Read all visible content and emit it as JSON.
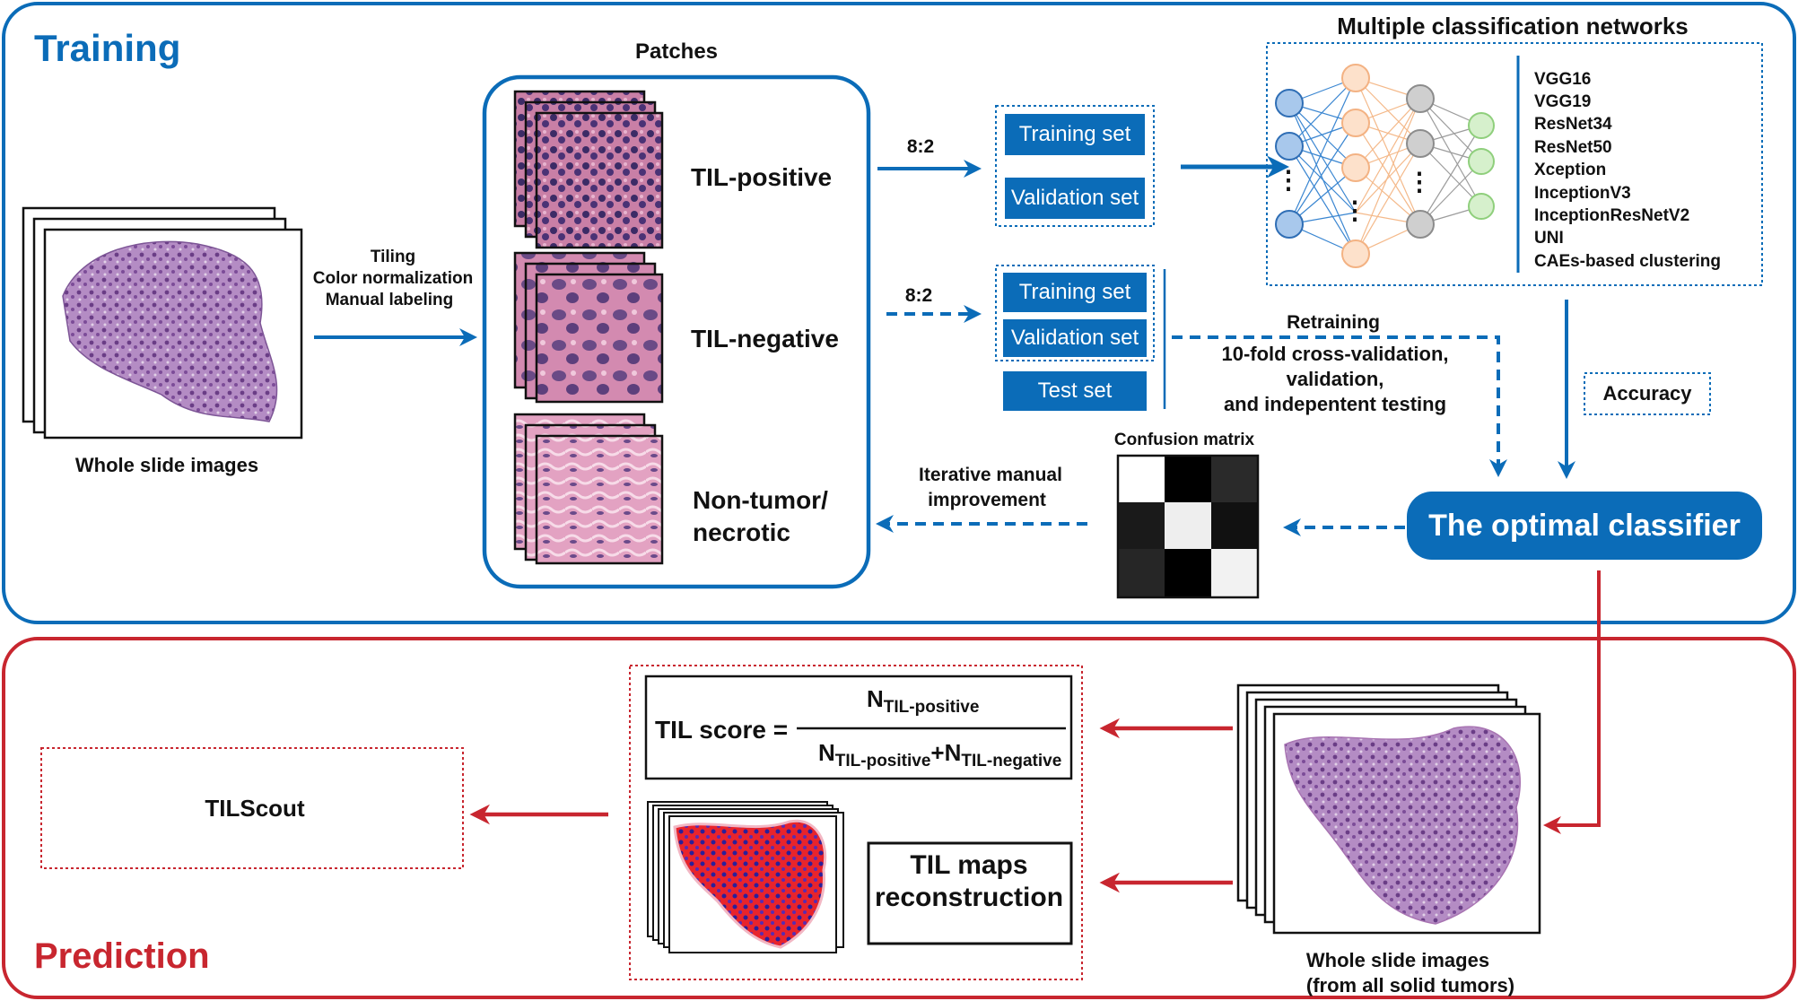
{
  "training": {
    "title": "Training",
    "wsi_label": "Whole slide images",
    "preprocess_steps": [
      "Tiling",
      "Color normalization",
      "Manual labeling"
    ],
    "patches_title": "Patches",
    "patch_classes": [
      "TIL-positive",
      "TIL-negative",
      "Non-tumor/",
      "necrotic"
    ],
    "split_ratio_top": "8:2",
    "split_ratio_bottom": "8:2",
    "top_sets": [
      "Training set",
      "Validation set"
    ],
    "bottom_sets": [
      "Training set",
      "Validation set",
      "Test set"
    ],
    "networks_title": "Multiple classification networks",
    "networks": [
      "VGG16",
      "VGG19",
      "ResNet34",
      "ResNet50",
      "Xception",
      "InceptionV3",
      "InceptionResNetV2",
      "UNI",
      "CAEs-based clustering"
    ],
    "retraining_lines": [
      "Retraining",
      "10-fold cross-validation,",
      "validation,",
      "and indepentent testing"
    ],
    "accuracy_label": "Accuracy",
    "optimal_classifier": "The optimal classifier",
    "confusion_title": "Confusion matrix",
    "iterative_lines": [
      "Iterative manual",
      "improvement"
    ],
    "ellipsis": "⋮"
  },
  "prediction": {
    "title": "Prediction",
    "wsi_lines": [
      "Whole slide images",
      "(from all solid tumors)"
    ],
    "score_lhs": "TIL score =",
    "score_num": "N",
    "score_num_sub": "TIL-positive",
    "score_den_a": "N",
    "score_den_a_sub": "TIL-positive",
    "score_den_plus": "+",
    "score_den_b": "N",
    "score_den_b_sub": "TIL-negative",
    "maps_lines": [
      "TIL maps",
      "reconstruction"
    ],
    "output_label": "TILScout"
  },
  "colors": {
    "training_blue": "#0b6cb8",
    "prediction_red": "#c8262f",
    "tissue_purple": "#8a5a9e"
  }
}
